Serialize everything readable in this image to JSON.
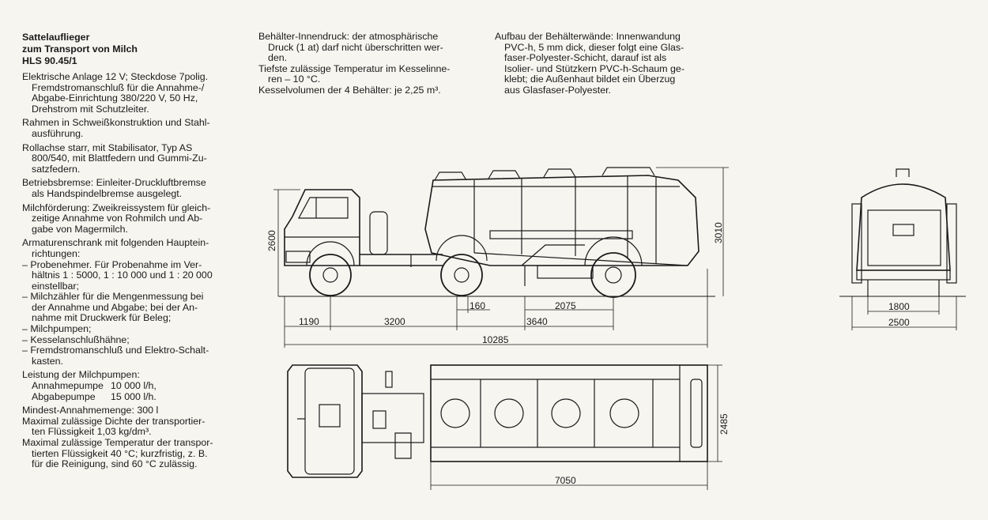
{
  "title": {
    "line1": "Sattelauflieger",
    "line2": "zum Transport von Milch",
    "line3": "HLS 90.45/1"
  },
  "col1": {
    "electrical": [
      "Elektrische Anlage 12 V; Steckdose 7polig.",
      "Fremdstromanschluß für die Annahme-/",
      "Abgabe-Einrichtung 380/220 V, 50 Hz,",
      "Drehstrom mit Schutzleiter."
    ],
    "frame": [
      "Rahmen in Schweißkonstruktion und Stahl-",
      "ausführung."
    ],
    "axle": [
      "Rollachse starr, mit Stabilisator, Typ AS",
      "800/540, mit Blattfedern und Gummi-Zu-",
      "satzfedern."
    ],
    "brake": [
      "Betriebsbremse: Einleiter-Druckluftbremse",
      "als Handspindelbremse ausgelegt."
    ],
    "conveying": [
      "Milchförderung: Zweikreissystem für gleich-",
      "zeitige Annahme von Rohmilch und Ab-",
      "gabe von Magermilch."
    ],
    "cabinet_intro": [
      "Armaturenschrank mit folgenden Hauptein-",
      "richtungen:"
    ],
    "cabinet_items": [
      [
        "Probenehmer. Für Probenahme im Ver-",
        "hältnis 1 : 5000, 1 : 10 000 und 1 : 20 000",
        "einstellbar;"
      ],
      [
        "Milchzähler für die Mengenmessung bei",
        "der Annahme und Abgabe; bei der An-",
        "nahme mit Druckwerk für Beleg;"
      ],
      [
        "Milchpumpen;"
      ],
      [
        "Kesselanschlußhähne;"
      ],
      [
        "Fremdstromanschluß und Elektro-Schalt-",
        "kasten."
      ]
    ],
    "dash": "–",
    "pump_title": "Leistung der Milchpumpen:",
    "pumps": [
      {
        "label": "Annahmepumpe",
        "value": "10 000 l/h,"
      },
      {
        "label": "Abgabepumpe",
        "value": "15 000 l/h."
      }
    ],
    "min_intake": "Mindest-Annahmemenge: 300 l",
    "density": [
      "Maximal zulässige Dichte der transportier-",
      "ten Flüssigkeit 1,03 kg/dm³."
    ],
    "temperature": [
      "Maximal zulässige Temperatur der transpor-",
      "tierten Flüssigkeit 40 °C; kurzfristig, z. B.",
      "für die Reinigung, sind 60 °C zulässig."
    ]
  },
  "col2": {
    "pressure": [
      "Behälter-Innendruck: der atmosphärische",
      "Druck (1 at) darf nicht überschritten wer-",
      "den."
    ],
    "lowest_temp": [
      "Tiefste zulässige Temperatur im Kesselinne-",
      "ren – 10 °C."
    ],
    "volume": [
      "Kesselvolumen der 4 Behälter: je 2,25 m³."
    ]
  },
  "col3": {
    "walls": [
      "Aufbau der Behälterwände: Innenwandung",
      "PVC-h, 5 mm dick, dieser folgt eine Glas-",
      "faser-Polyester-Schicht, darauf ist als",
      "Isolier- und Stützkern PVC-h-Schaum ge-",
      "klebt; die Außenhaut bildet ein Überzug",
      "aus Glasfaser-Polyester."
    ]
  },
  "dimensions": {
    "height_cab": "2600",
    "height_total": "3010",
    "d160": "160",
    "d2075": "2075",
    "d1190": "1190",
    "d3200": "3200",
    "d3640": "3640",
    "length_total": "10285",
    "width_top": "2485",
    "length_trailer": "7050",
    "track": "1800",
    "width_rear": "2500"
  },
  "colors": {
    "ink": "#1a1a1a",
    "paper": "#f7f5f0"
  }
}
